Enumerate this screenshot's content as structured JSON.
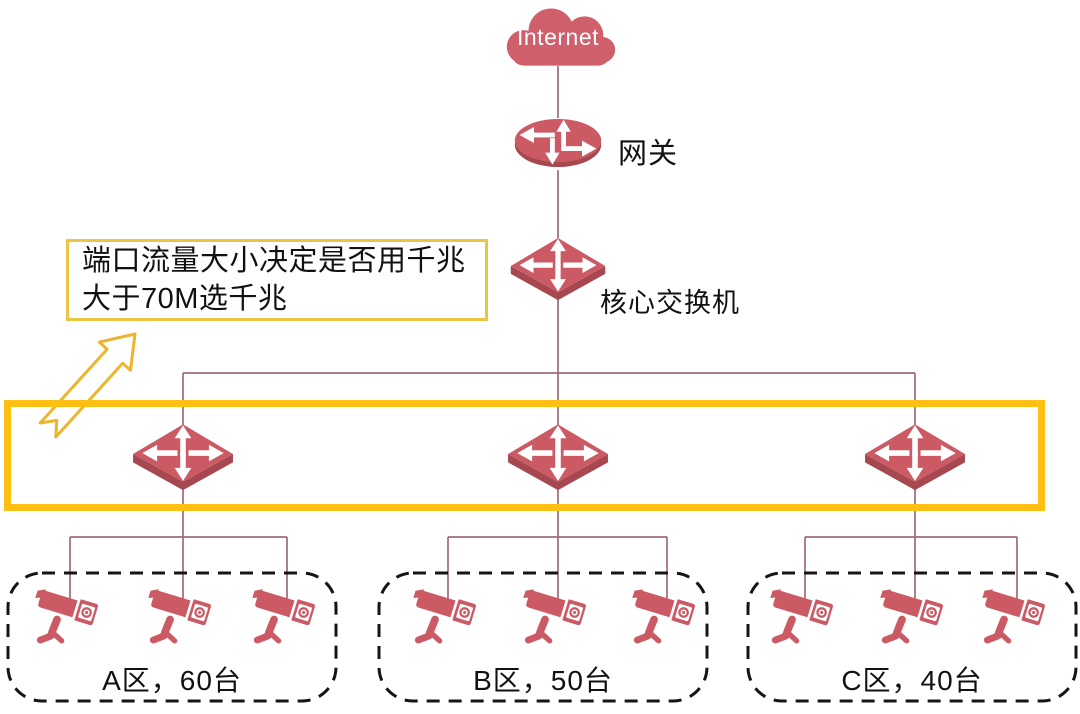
{
  "diagram": {
    "internet_label": "Internet",
    "gateway_label": "网关",
    "core_switch_label": "核心交换机",
    "callout": {
      "line1": "端口流量大小决定是否用千兆",
      "line2": "大于70M选千兆"
    },
    "zones": [
      {
        "name": "A",
        "label": "A区，60台",
        "camera_count": 3
      },
      {
        "name": "B",
        "label": "B区，50台",
        "camera_count": 3
      },
      {
        "name": "C",
        "label": "C区，40台",
        "camera_count": 3
      }
    ],
    "colors": {
      "device_red": "#cb5a65",
      "device_red_dark": "#a7474f",
      "connection_line": "#a06b76",
      "highlight_band": "#ffc013",
      "callout_border": "#ecc443",
      "arrow_outline": "#edb52e",
      "zone_border": "#151515",
      "text": "#111111",
      "background": "#ffffff"
    }
  }
}
